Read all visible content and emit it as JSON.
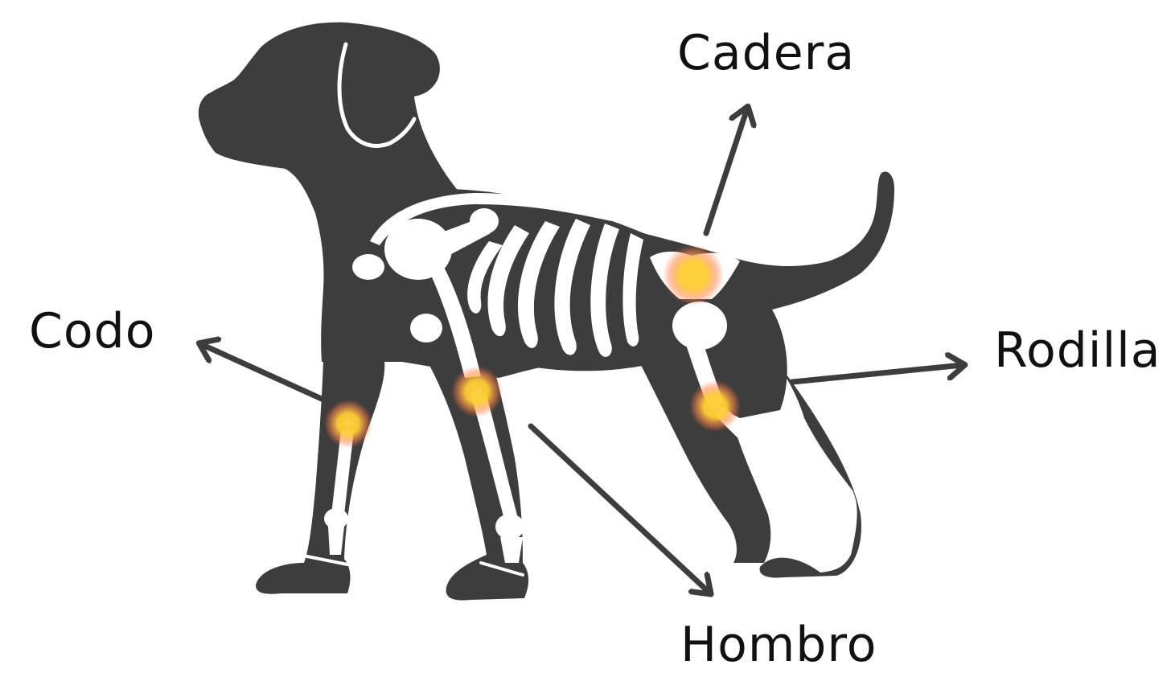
{
  "labels": {
    "cadera": "Cadera",
    "codo": "Codo",
    "rodilla": "Rodilla",
    "hombro": "Hombro"
  },
  "colors": {
    "silhouette": "#3d3d3d",
    "bone": "#ffffff",
    "arrow": "#3d3d3d",
    "glow_core": "#ffd23f",
    "glow_edge": "#ff6a3d"
  }
}
